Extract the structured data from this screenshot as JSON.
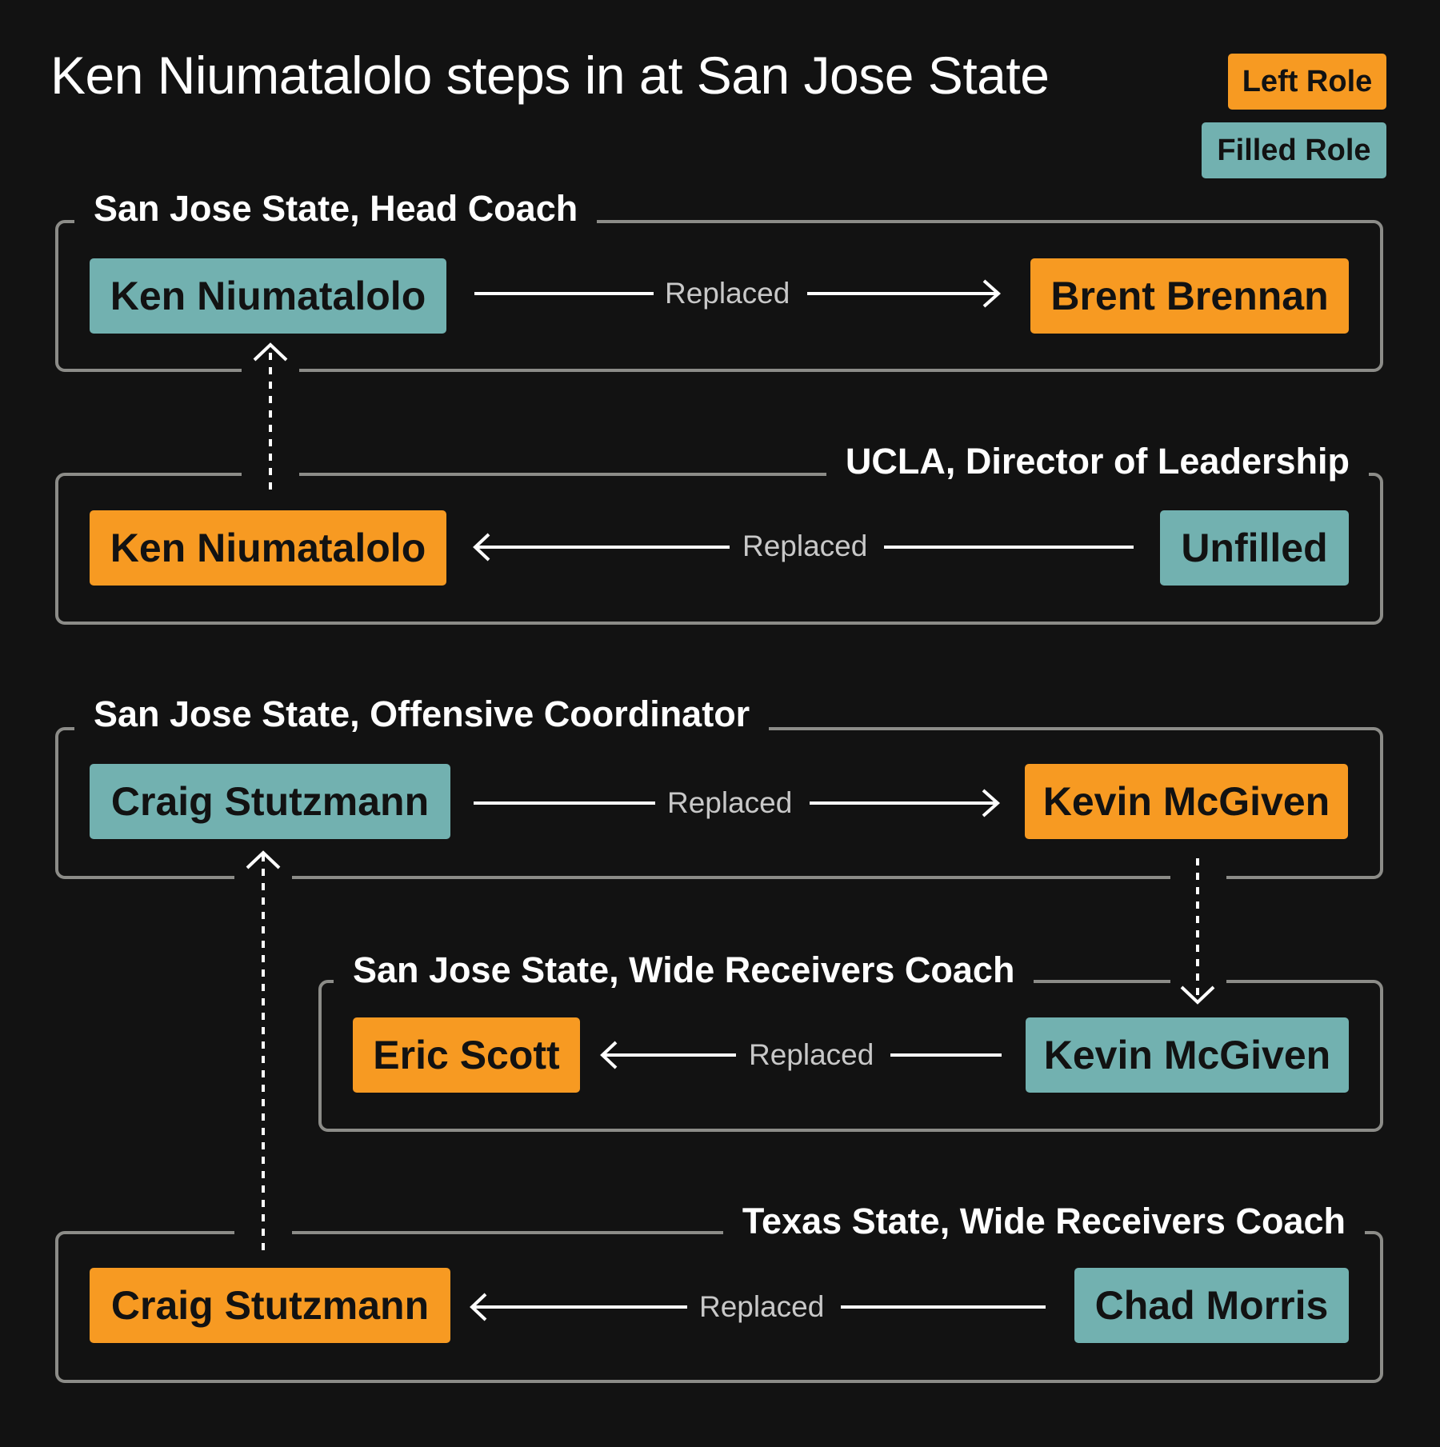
{
  "title": "Ken Niumatalolo steps in at San Jose State",
  "legend": {
    "left_role": "Left Role",
    "filled_role": "Filled Role"
  },
  "colors": {
    "left_role": "#F79A22",
    "filled_role": "#72B1B0",
    "background": "#121212"
  },
  "connector_label": "Replaced",
  "panels": [
    {
      "label": "San Jose State, Head Coach",
      "left": "Ken Niumatalolo",
      "right": "Brent Brennan",
      "direction": "right"
    },
    {
      "label": "UCLA, Director of Leadership",
      "left": "Ken Niumatalolo",
      "right": "Unfilled",
      "direction": "left"
    },
    {
      "label": "San Jose State, Offensive Coordinator",
      "left": "Craig Stutzmann",
      "right": "Kevin McGiven",
      "direction": "right"
    },
    {
      "label": "San Jose State, Wide Receivers Coach",
      "left": "Eric Scott",
      "right": "Kevin McGiven",
      "direction": "left"
    },
    {
      "label": "Texas State, Wide Receivers Coach",
      "left": "Craig Stutzmann",
      "right": "Chad Morris",
      "direction": "left"
    }
  ]
}
